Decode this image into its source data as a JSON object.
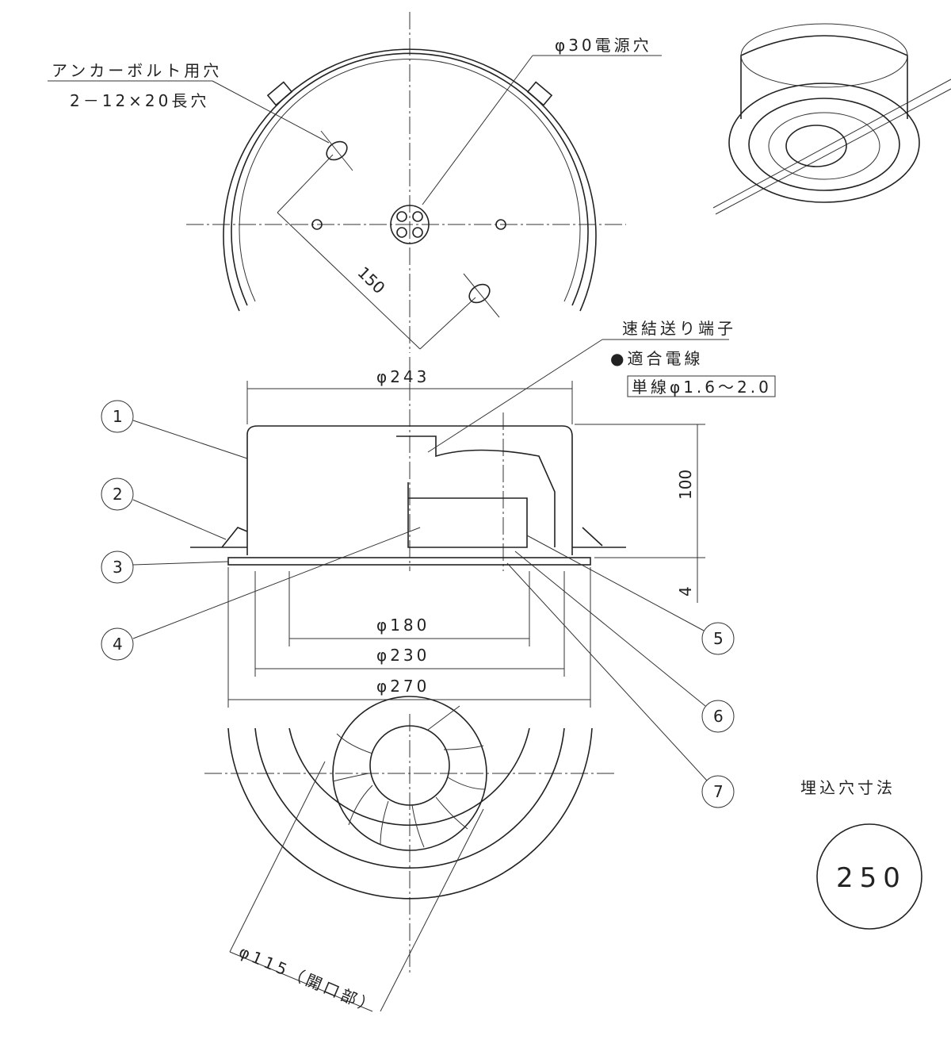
{
  "top_view": {
    "anchor_label": "アンカーボルト用穴",
    "anchor_spec": "2－12×20長穴",
    "power_hole_label": "φ30電源穴",
    "pitch_dimension": "150"
  },
  "side_view": {
    "terminal_label": "速結送り端子",
    "wire_label": "●適合電線",
    "wire_spec": "単線φ1.6～2.0",
    "dim_width": "φ243",
    "dim_height": "100",
    "dim_flange": "4",
    "dim_180": "φ180",
    "dim_230": "φ230",
    "dim_270": "φ270",
    "part_numbers": [
      "1",
      "2",
      "3",
      "4",
      "5",
      "6",
      "7"
    ]
  },
  "bottom_view": {
    "opening_dimension": "φ115（開口部）"
  },
  "cutout": {
    "label": "埋込穴寸法",
    "value": "250"
  }
}
